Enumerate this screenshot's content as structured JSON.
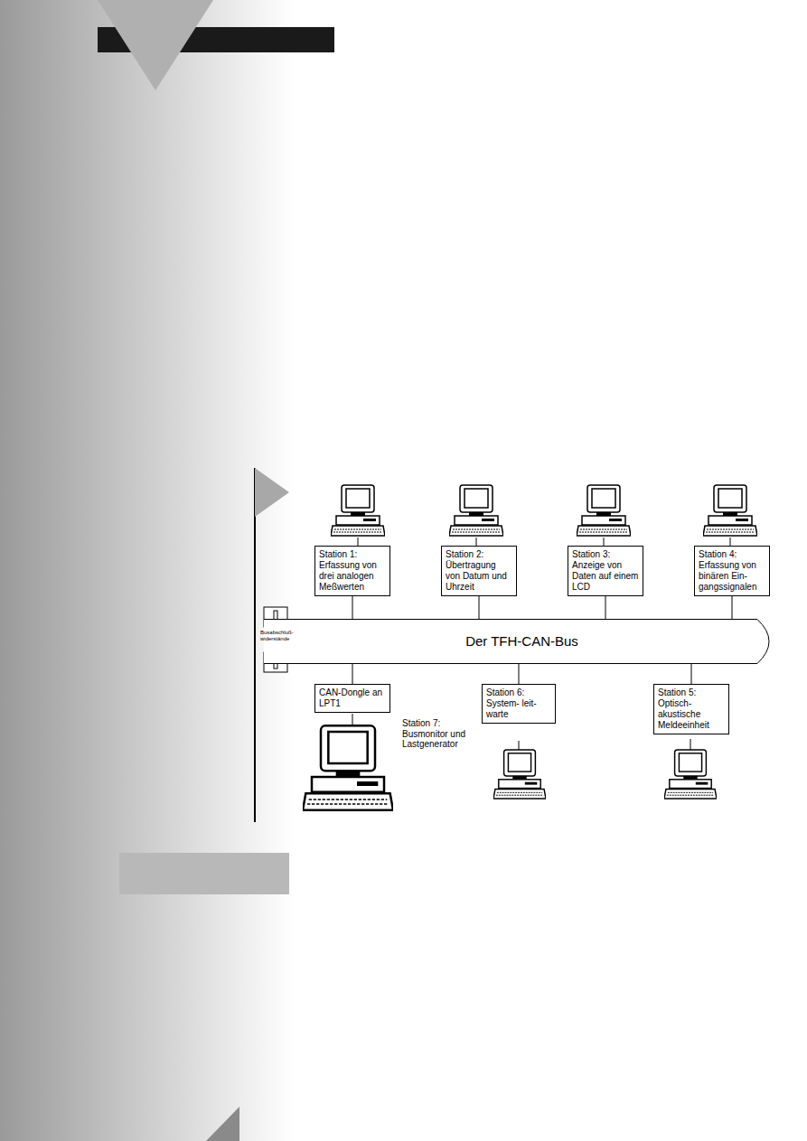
{
  "diagram": {
    "nodes": [
      {
        "text": [
          "Station 1: Erfassung von drei analogen Meßwerten"
        ]
      },
      {
        "text": [
          "Station 2: Übertragung von Datum und Uhrzeit"
        ]
      },
      {
        "text": [
          "Station 3: Anzeige von Daten auf einem LCD"
        ]
      },
      {
        "text": [
          "Station 4: Erfassung von binären Ein- gangssignalen"
        ]
      },
      {
        "text": [
          "Der TFH-CAN-Bus"
        ]
      },
      {
        "text": [
          "CAN-Dongle an LPT1"
        ]
      },
      {
        "text": [
          "Station 6: System- leit- warte"
        ]
      },
      {
        "text": [
          "Station 5: Optisch- akustische Meldeeinheit"
        ]
      }
    ],
    "edges": [
      {
        "from": 0,
        "to": 4,
        "arrow": "none"
      },
      {
        "from": 1,
        "to": 4,
        "arrow": "none"
      },
      {
        "from": 2,
        "to": 4,
        "arrow": "none"
      },
      {
        "from": 3,
        "to": 4,
        "arrow": "none"
      },
      {
        "from": 4,
        "to": 5,
        "arrow": "none"
      },
      {
        "from": 4,
        "to": 6,
        "arrow": "none"
      },
      {
        "from": 4,
        "to": 7,
        "arrow": "none"
      }
    ],
    "labels": [
      "Busabschluß- widerstände",
      "Station 7: Busmonitor und Lastgenerator"
    ]
  }
}
